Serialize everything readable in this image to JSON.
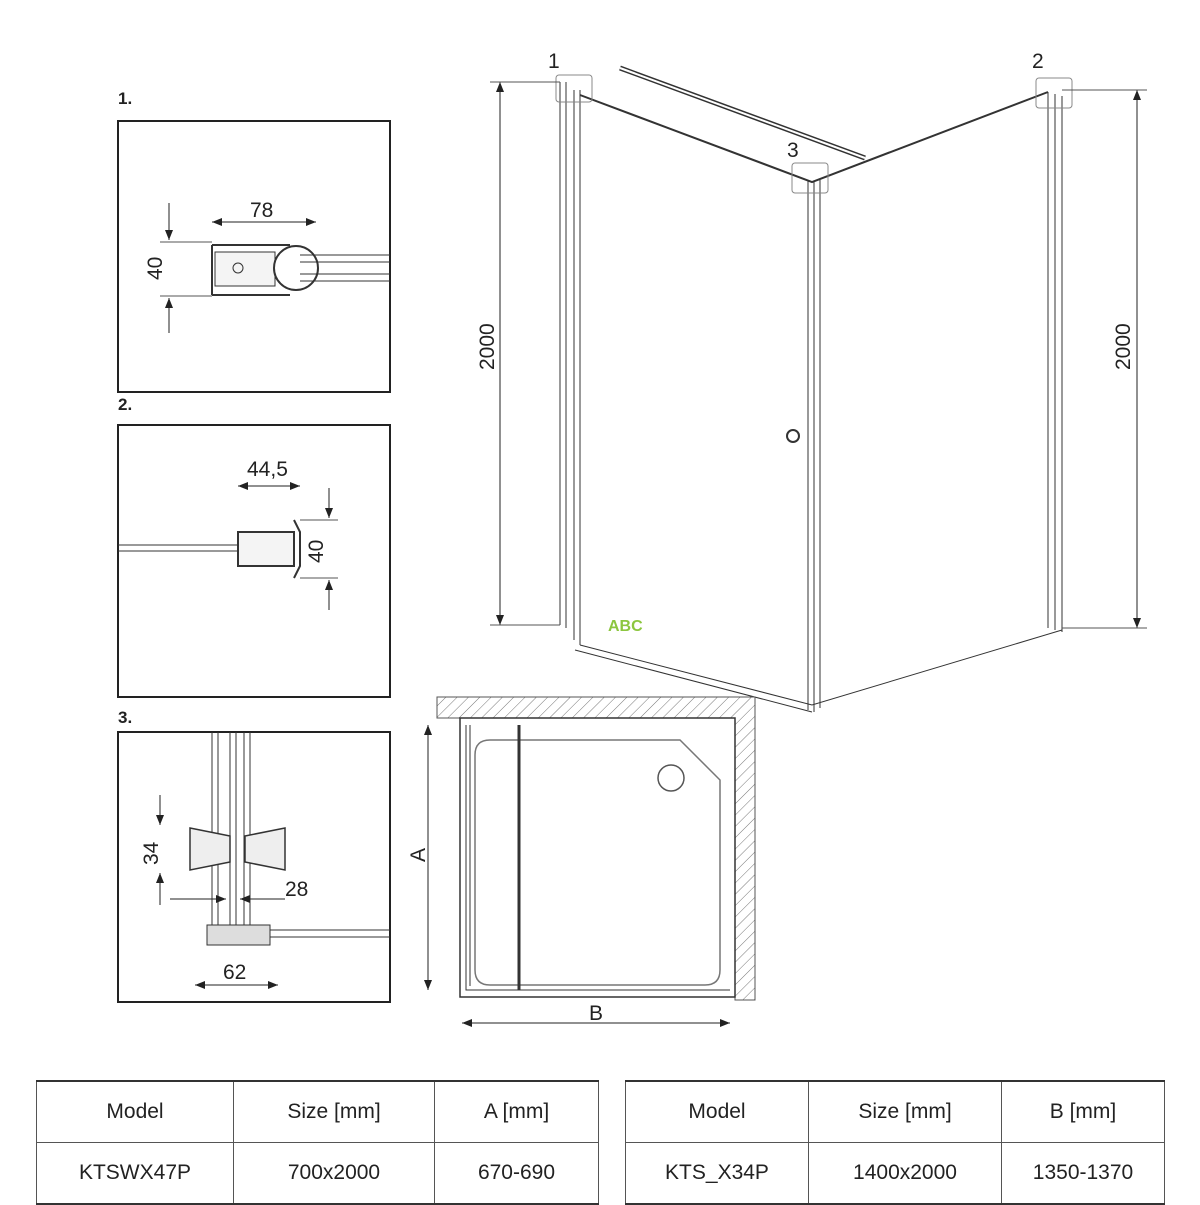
{
  "details": [
    {
      "label": "1.",
      "dims": [
        "78",
        "40"
      ]
    },
    {
      "label": "2.",
      "dims": [
        "44,5",
        "40"
      ]
    },
    {
      "label": "3.",
      "dims": [
        "34",
        "28",
        "62"
      ]
    }
  ],
  "view3d": {
    "markers": [
      "1",
      "2",
      "3"
    ],
    "height_left": "2000",
    "height_right": "2000",
    "watermark": "ABC"
  },
  "plan": {
    "dim_a": "A",
    "dim_b": "B"
  },
  "table_a": {
    "headers": [
      "Model",
      "Size [mm]",
      "A [mm]"
    ],
    "rows": [
      [
        "KTSWX47P",
        "700x2000",
        "670-690"
      ]
    ]
  },
  "table_b": {
    "headers": [
      "Model",
      "Size [mm]",
      "B [mm]"
    ],
    "rows": [
      [
        "KTS_X34P",
        "1400x2000",
        "1350-1370"
      ]
    ]
  }
}
